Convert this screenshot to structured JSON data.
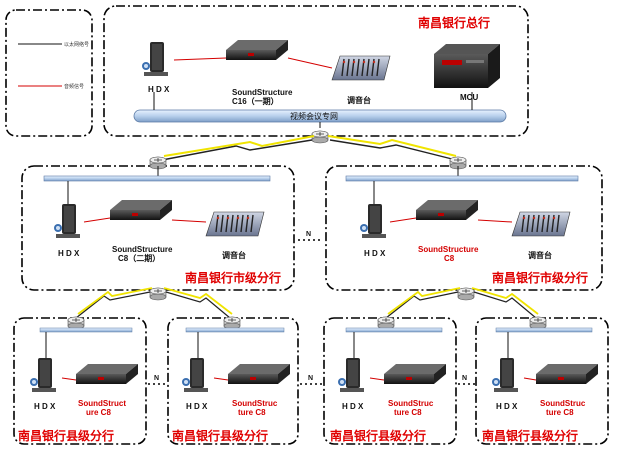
{
  "legend": {
    "ethernet_label": "以太网络号",
    "audio_label": "音频信号"
  },
  "hq": {
    "title": "南昌银行总行",
    "hdx": "H D X",
    "ss_line1": "SoundStructure",
    "ss_line2": "C16（一期）",
    "mixer": "调音台",
    "mcu": "MCU",
    "bus": "视频会议专网"
  },
  "city_left": {
    "title": "南昌银行市级分行",
    "hdx": "H D X",
    "ss_line1": "SoundStructure",
    "ss_line2": "C8（二期）",
    "mixer": "调音台"
  },
  "city_right": {
    "title": "南昌银行市级分行",
    "hdx": "H D X",
    "ss_line1": "SoundStructure",
    "ss_line2": "C8",
    "mixer": "调音台"
  },
  "county": [
    {
      "title": "南昌银行县级分行",
      "hdx": "H D X",
      "ss_line1": "SoundStruct",
      "ss_line2": "ure C8"
    },
    {
      "title": "南昌银行县级分行",
      "hdx": "H D X",
      "ss_line1": "SoundStruc",
      "ss_line2": "ture C8"
    },
    {
      "title": "南昌银行县级分行",
      "hdx": "H D X",
      "ss_line1": "SoundStruc",
      "ss_line2": "ture C8"
    },
    {
      "title": "南昌银行县级分行",
      "hdx": "H D X",
      "ss_line1": "SoundStruc",
      "ss_line2": "ture C8"
    }
  ],
  "n_markers": {
    "city": "N",
    "county_a": "N",
    "county_b": "N",
    "county_c": "N"
  }
}
